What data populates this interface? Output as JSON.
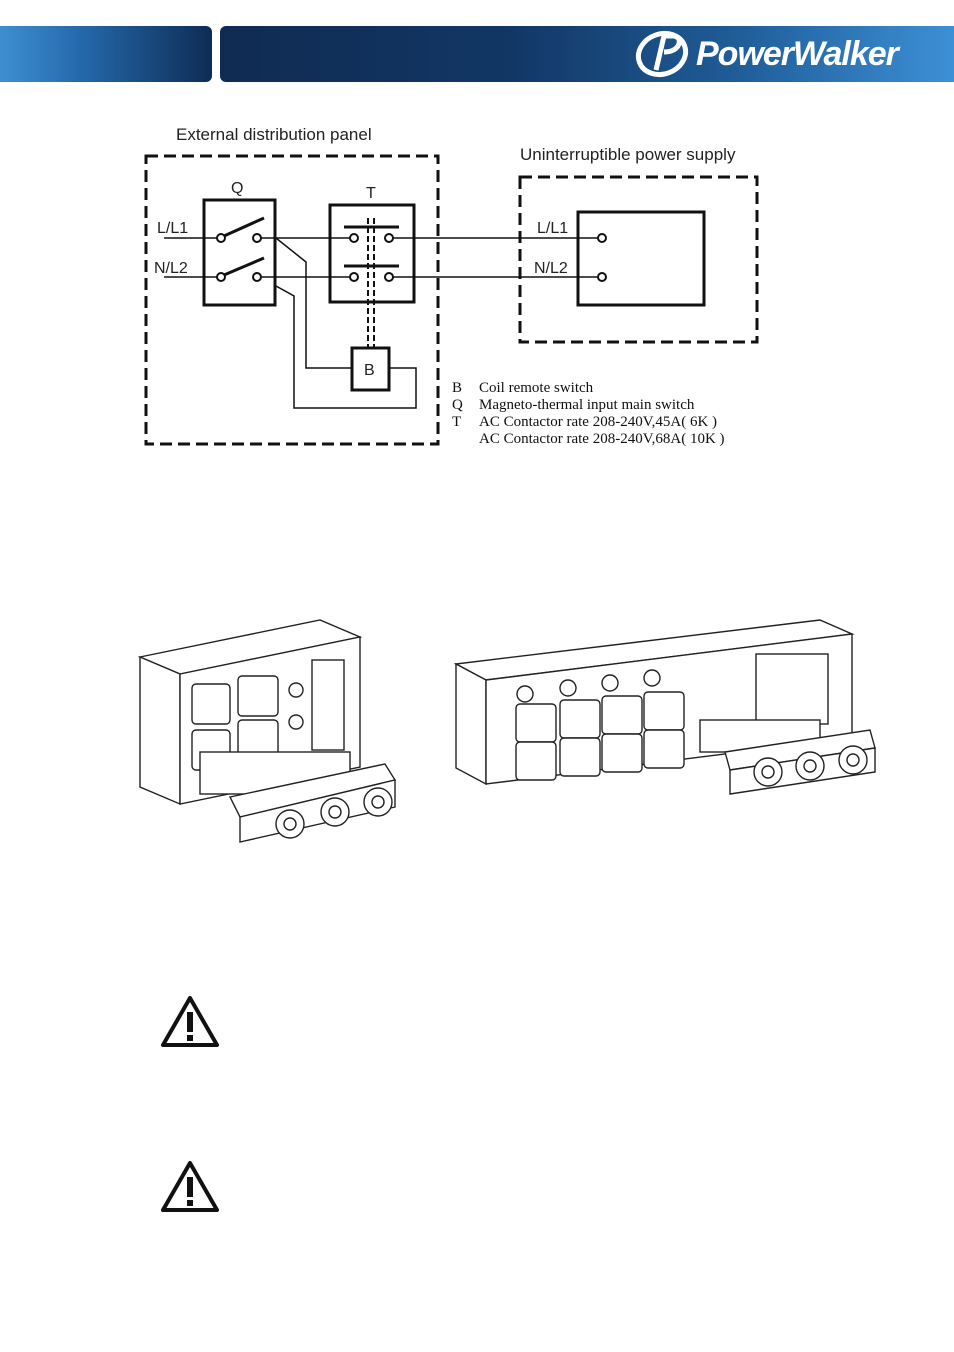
{
  "header": {
    "logo_text": "PowerWalker"
  },
  "diagram": {
    "panel_title": "External distribution panel",
    "ups_title": "Uninterruptible power supply",
    "q_label": "Q",
    "t_label": "T",
    "b_label": "B",
    "line1_label": "L/L1",
    "line2_label": "N/L2",
    "ups_line1_label": "L/L1",
    "ups_line2_label": "N/L2",
    "legend": [
      {
        "key": "B",
        "text": "Coil remote switch"
      },
      {
        "key": "Q",
        "text": "Magneto-thermal input main switch"
      },
      {
        "key": "T",
        "text": "AC Contactor rate 208-240V,45A( 6K )"
      },
      {
        "key": "",
        "text": "AC Contactor rate 208-240V,68A( 10K )"
      }
    ]
  },
  "colors": {
    "header_dark": "#0f2b52",
    "header_light": "#3c90d6"
  },
  "icons": [
    "powerwalker-logo-icon",
    "warning-triangle-icon"
  ]
}
